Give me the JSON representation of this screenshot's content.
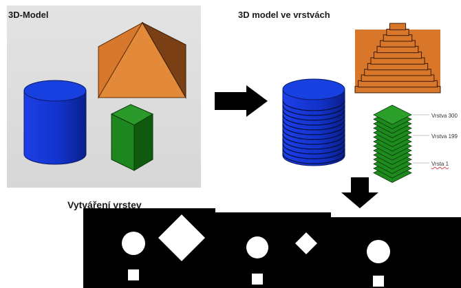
{
  "left_panel": {
    "title": "3D-Model"
  },
  "right_panel": {
    "title": "3D model ve vrstvách",
    "layer_labels": [
      "Vrstva 300",
      "Vrstva 199",
      "Vrsta 1"
    ]
  },
  "slices": {
    "title": "Vytváření vrstev"
  },
  "colors": {
    "pyramid": "#d8772a",
    "cylinder": "#1536d8",
    "box": "#1f8a1f",
    "slice_bg": "#000000",
    "slice_shape": "#ffffff"
  }
}
